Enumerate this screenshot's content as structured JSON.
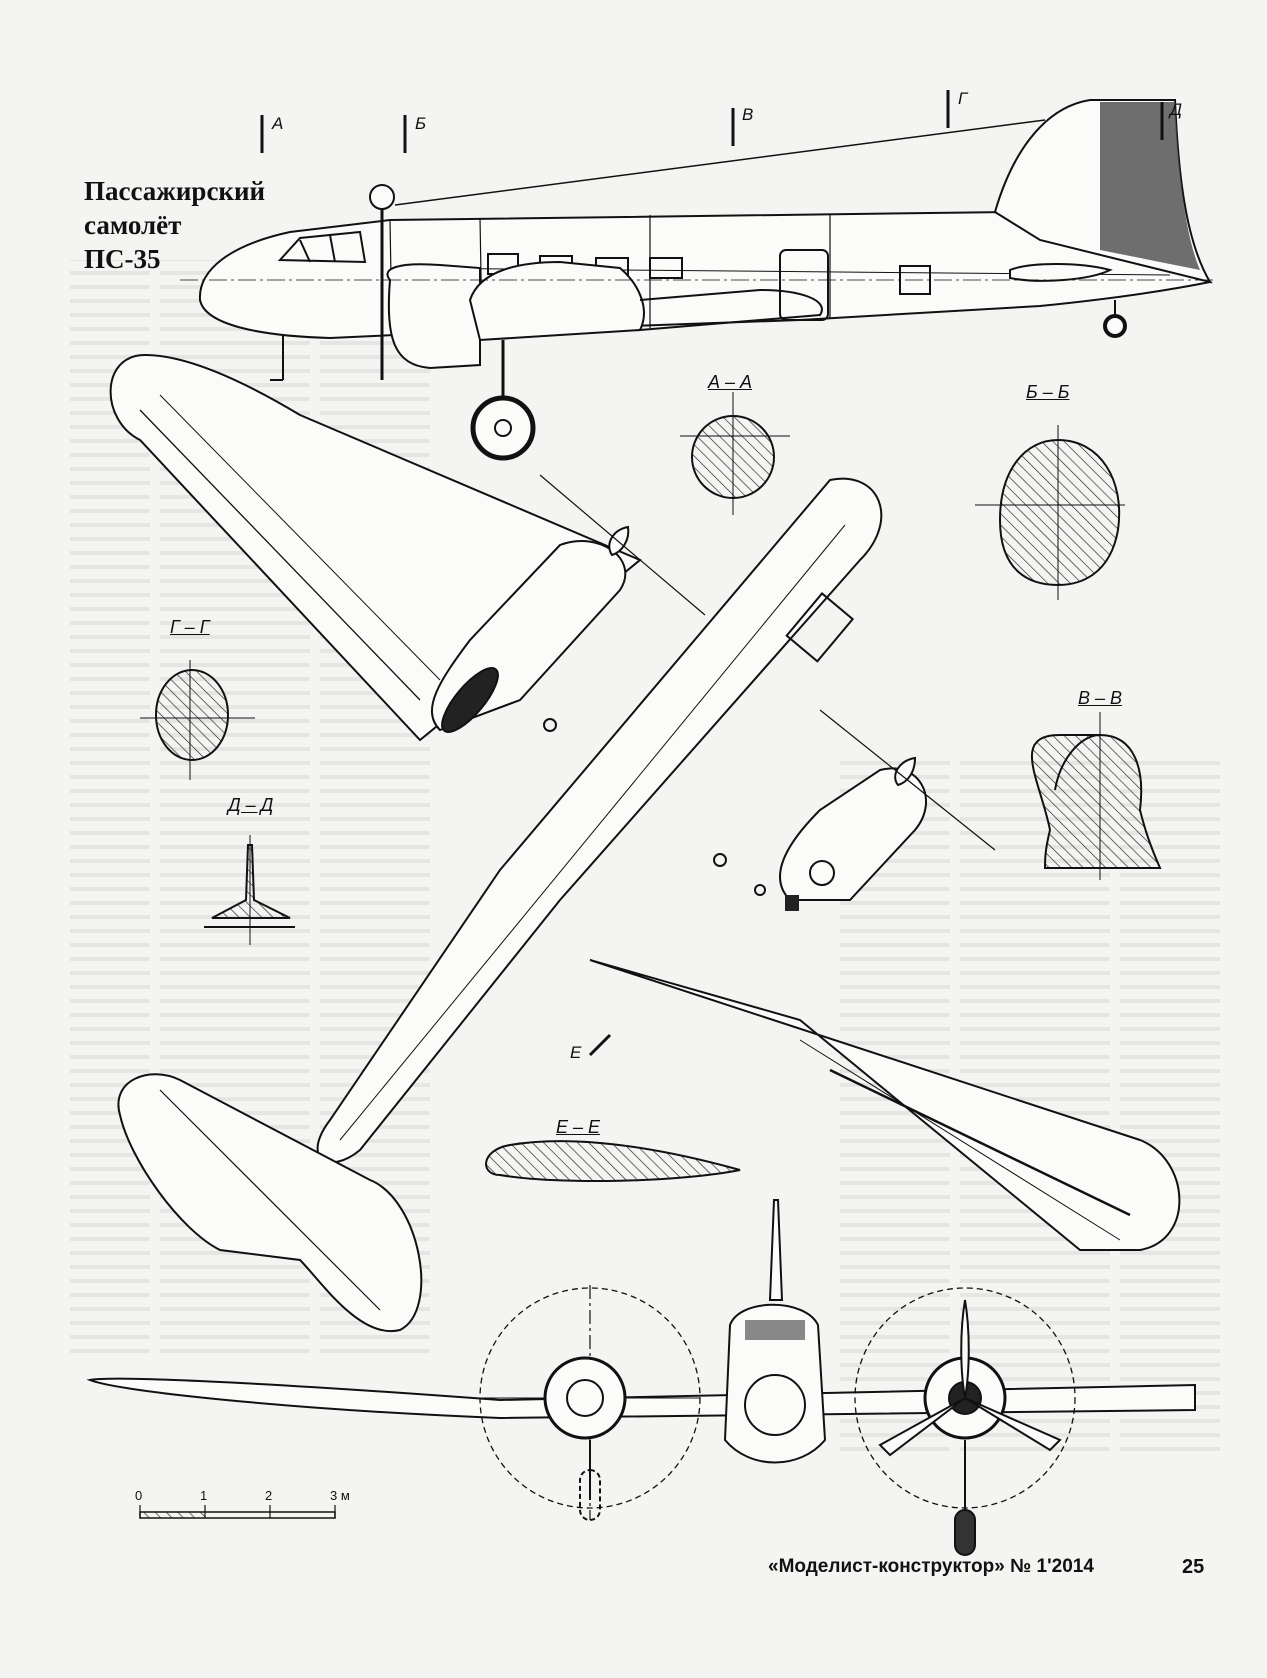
{
  "title": {
    "line1": "Пассажирский",
    "line2": "самолёт",
    "line3": "ПС-35"
  },
  "cut_markers": {
    "a": "А",
    "b": "Б",
    "v": "В",
    "g": "Г",
    "d": "Д",
    "e": "Е"
  },
  "sections": {
    "aa": "А – А",
    "bb": "Б – Б",
    "vv": "В – В",
    "gg": "Г – Г",
    "dd": "Д – Д",
    "ee": "Е – Е"
  },
  "scale_bar": {
    "ticks": [
      "0",
      "1",
      "2",
      "3 м"
    ]
  },
  "footer": {
    "magazine": "«Моделист-конструктор» № 1'2014",
    "page_number": "25"
  }
}
